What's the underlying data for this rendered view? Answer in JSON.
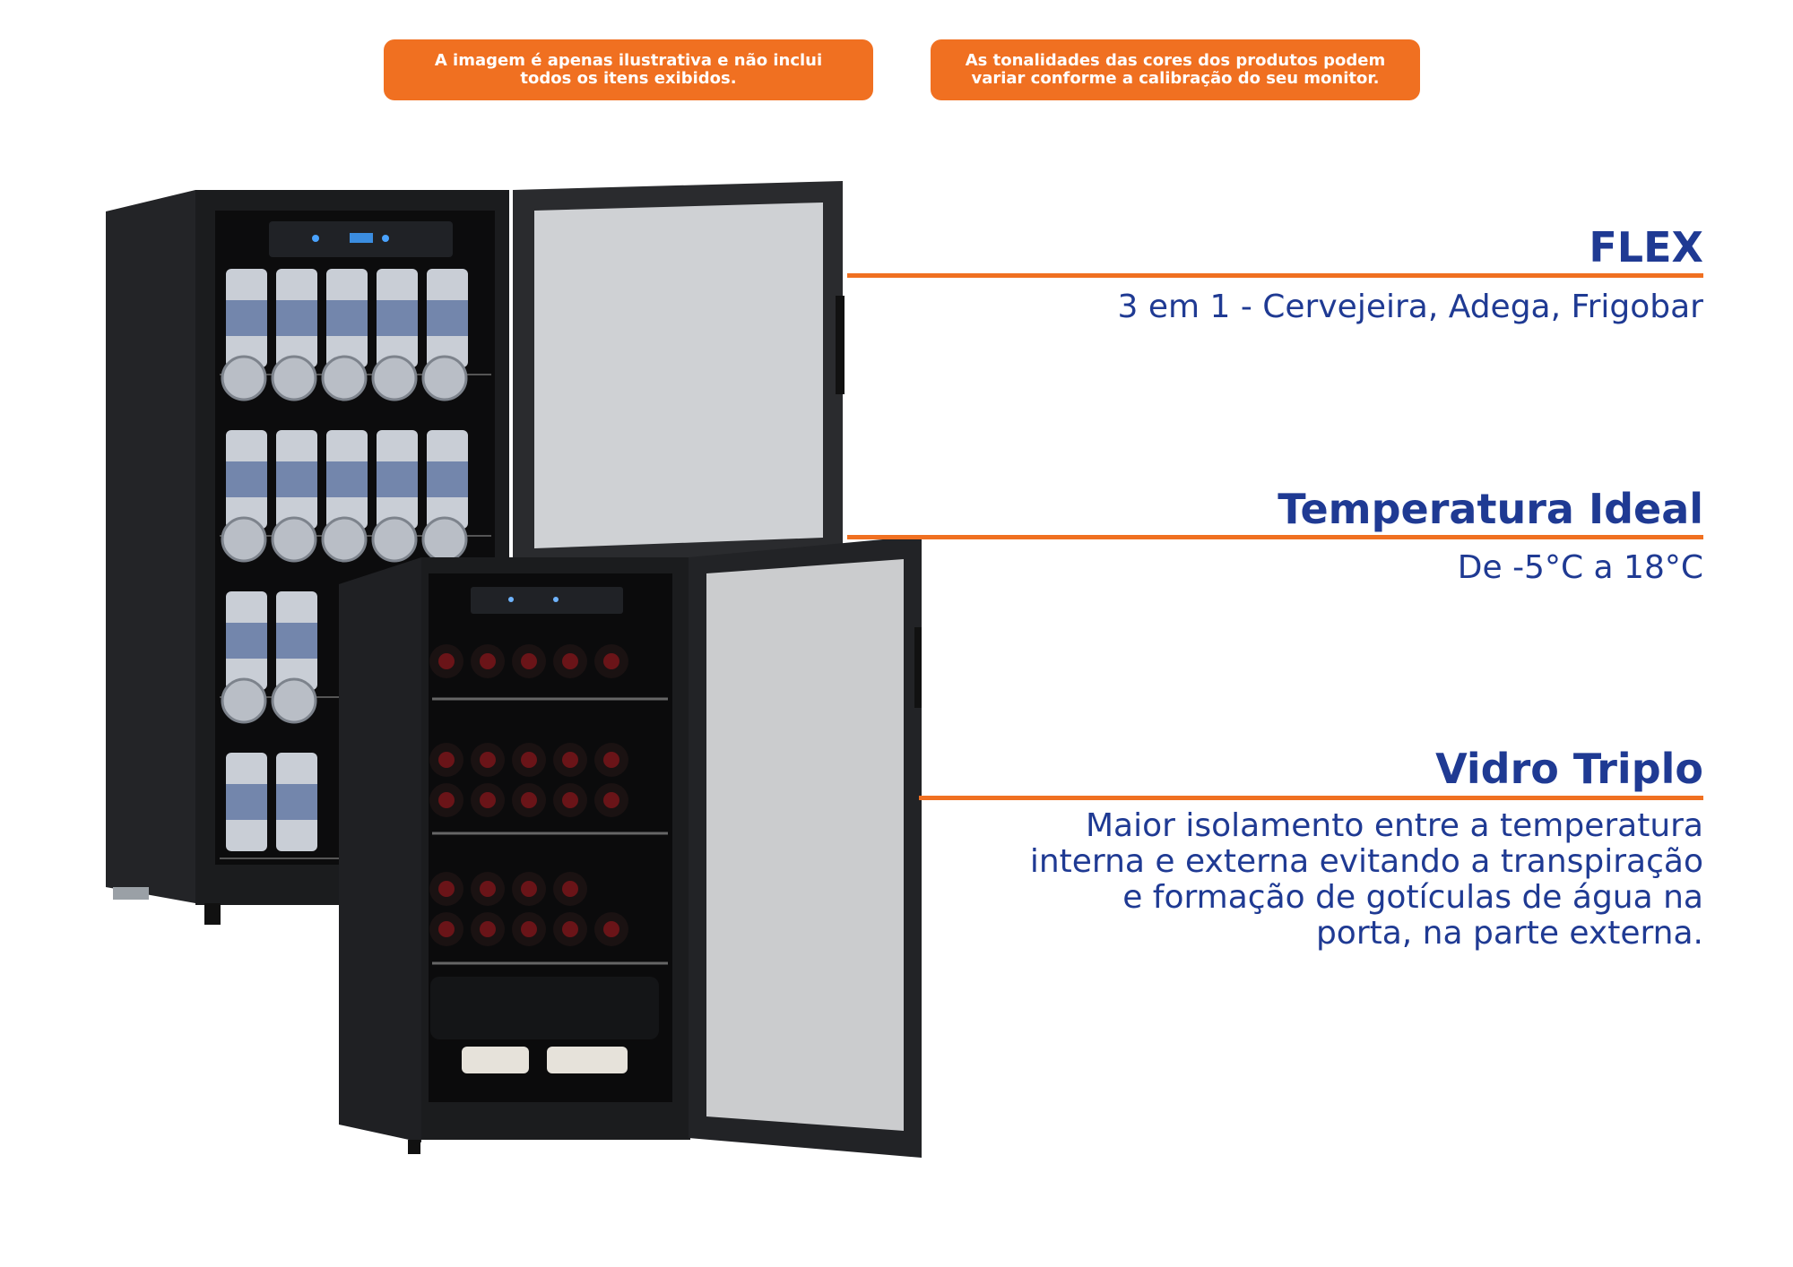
{
  "notices": {
    "left": "A imagem é apenas ilustrativa e não inclui todos os itens exibidos.",
    "right": "As tonalidades das cores dos produtos podem variar conforme a calibração do seu monitor."
  },
  "features": [
    {
      "title": "FLEX",
      "text": "3 em 1 - Cervejeira, Adega, Frigobar"
    },
    {
      "title": "Temperatura Ideal",
      "text": "De -5°C a 18°C"
    },
    {
      "title": "Vidro Triplo",
      "text": "Maior isolamento entre a temperatura interna e externa evitando a transpiração e formação de gotículas de água na porta, na parte externa."
    }
  ],
  "colors": {
    "accent": "#f07021",
    "title": "#1f3a93",
    "cabinet": "#1b1c1e",
    "can": "#c9ced6",
    "bottle": "#6a1418"
  }
}
